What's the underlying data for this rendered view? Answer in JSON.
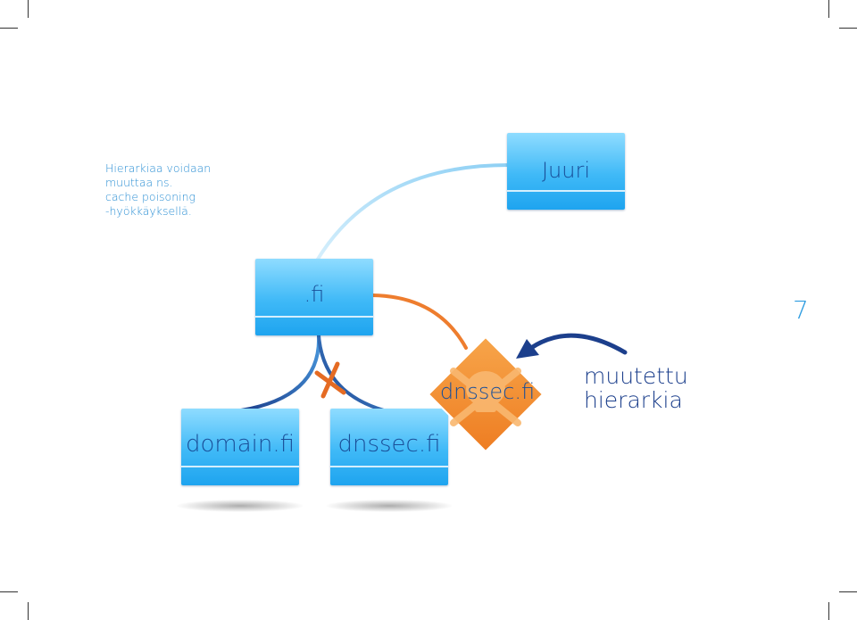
{
  "caption": {
    "lines": [
      "Hierarkiaa voidaan",
      "muuttaa ns.",
      "cache poisoning",
      "-hyökkäyksellä."
    ]
  },
  "nodes": {
    "root": "Juuri",
    "fi": ".fi",
    "domain": "domain.fi",
    "dnssec": "dnssec.fi",
    "poisoned": "dnssec.fi"
  },
  "modified_label": [
    "muutettu",
    "hierarkia"
  ],
  "page_number": "7",
  "colors": {
    "box_top": "#8fdcff",
    "box_bottom": "#1ea4ef",
    "box_text": "#1a4f99",
    "link_light": "#a9dcf6",
    "link_dark": "#1c3f8c",
    "poison_link": "#ee7d2e",
    "poison_fill": "#f39133",
    "cross": "#e56b23"
  },
  "icons": [
    "skull-crossbones-icon",
    "cross-mark-icon",
    "curved-arrow-icon"
  ]
}
